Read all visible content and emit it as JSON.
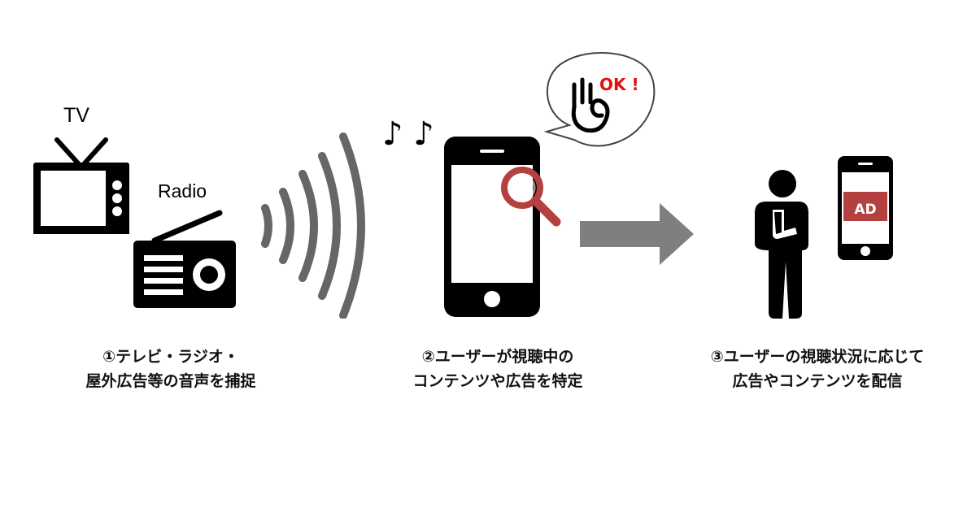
{
  "step1": {
    "tv_label": "TV",
    "radio_label": "Radio",
    "caption_line1": "①テレビ・ラジオ・",
    "caption_line2": "屋外広告等の音声を捕捉"
  },
  "step2": {
    "music_notes": "♪ ♪",
    "bubble_text": "OK !",
    "caption_line1": "②ユーザーが視聴中の",
    "caption_line2": "コンテンツや広告を特定"
  },
  "step3": {
    "ad_label": "AD",
    "caption_line1": "③ユーザーの視聴状況に応じて",
    "caption_line2": "広告やコンテンツを配信"
  },
  "icons": {
    "tv": "tv-icon",
    "radio": "radio-icon",
    "waves": "sound-waves-icon",
    "notes": "music-notes-icon",
    "smartphone": "smartphone-icon",
    "magnifier": "magnifier-icon",
    "ok_hand": "ok-hand-icon",
    "arrow": "arrow-right-icon",
    "person": "person-icon",
    "ad_phone": "smartphone-ad-icon"
  },
  "colors": {
    "icon_black": "#000000",
    "wave_gray": "#666666",
    "arrow_gray": "#7f7f7f",
    "accent_red": "#b54040",
    "ok_red": "#e01010"
  }
}
